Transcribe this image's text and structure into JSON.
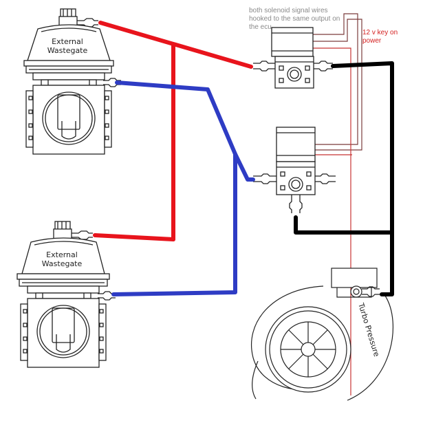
{
  "labels": {
    "wastegate_top": [
      "External",
      "Wastegate"
    ],
    "wastegate_bottom": [
      "External",
      "Wastegate"
    ],
    "solenoid_note": [
      "both solenoid signal wires",
      "hooked to the same output on",
      "the ecu"
    ],
    "power_note": [
      "12 v key on",
      "power"
    ],
    "turbo_label": "Turbo Pressure"
  },
  "colors": {
    "red_line": "#e8141c",
    "blue_line": "#2e3cc4",
    "black_line": "#000000",
    "wire_red": "#c83232",
    "wire_dark": "#7a3b3b",
    "outline": "#222222",
    "note_gray": "#8a8a8a",
    "note_red": "#d42020"
  }
}
